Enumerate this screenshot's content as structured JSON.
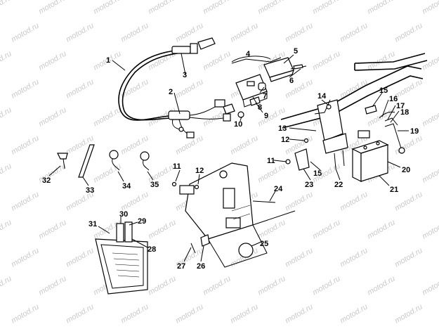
{
  "watermark": {
    "text": "motod.ru"
  },
  "callouts": [
    {
      "id": "c1",
      "label": "1"
    },
    {
      "id": "c2",
      "label": "2"
    },
    {
      "id": "c3",
      "label": "3"
    },
    {
      "id": "c4",
      "label": "4"
    },
    {
      "id": "c5",
      "label": "5"
    },
    {
      "id": "c6",
      "label": "6"
    },
    {
      "id": "c7",
      "label": "7"
    },
    {
      "id": "c8",
      "label": "8"
    },
    {
      "id": "c9",
      "label": "9"
    },
    {
      "id": "c10",
      "label": "10"
    },
    {
      "id": "c11a",
      "label": "11"
    },
    {
      "id": "c11b",
      "label": "11"
    },
    {
      "id": "c12a",
      "label": "12"
    },
    {
      "id": "c12b",
      "label": "12"
    },
    {
      "id": "c13",
      "label": "13"
    },
    {
      "id": "c14",
      "label": "14"
    },
    {
      "id": "c15a",
      "label": "15"
    },
    {
      "id": "c15b",
      "label": "15"
    },
    {
      "id": "c16",
      "label": "16"
    },
    {
      "id": "c17",
      "label": "17"
    },
    {
      "id": "c18",
      "label": "18"
    },
    {
      "id": "c19",
      "label": "19"
    },
    {
      "id": "c20",
      "label": "20"
    },
    {
      "id": "c21",
      "label": "21"
    },
    {
      "id": "c22",
      "label": "22"
    },
    {
      "id": "c23",
      "label": "23"
    },
    {
      "id": "c24",
      "label": "24"
    },
    {
      "id": "c25",
      "label": "25"
    },
    {
      "id": "c26",
      "label": "26"
    },
    {
      "id": "c27",
      "label": "27"
    },
    {
      "id": "c28",
      "label": "28"
    },
    {
      "id": "c29",
      "label": "29"
    },
    {
      "id": "c30",
      "label": "30"
    },
    {
      "id": "c31",
      "label": "31"
    },
    {
      "id": "c32",
      "label": "32"
    },
    {
      "id": "c33",
      "label": "33"
    },
    {
      "id": "c34",
      "label": "34"
    },
    {
      "id": "c35",
      "label": "35"
    }
  ]
}
